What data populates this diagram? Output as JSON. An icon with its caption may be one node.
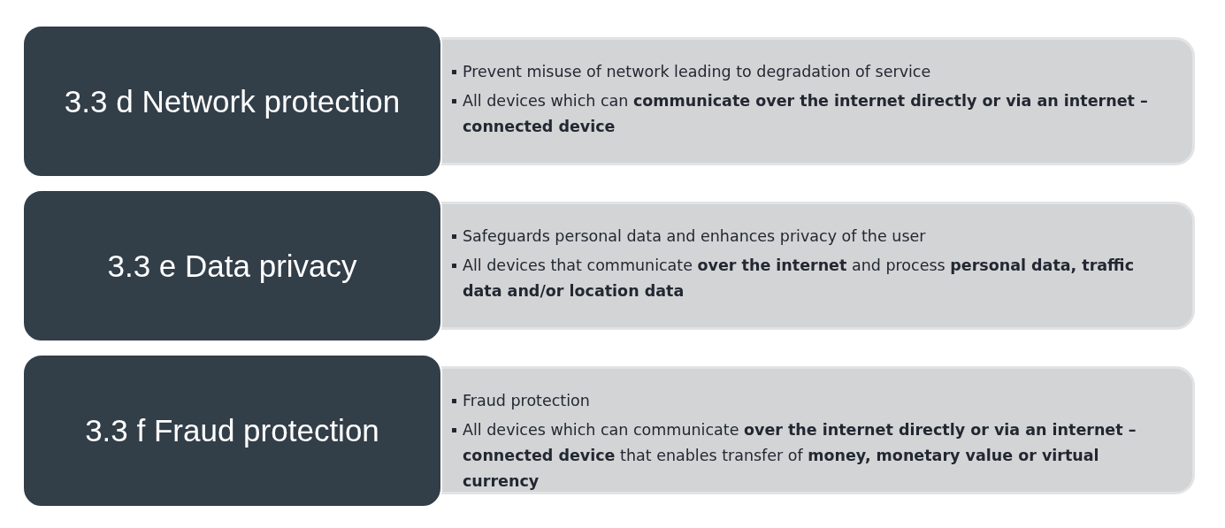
{
  "diagram": {
    "nodes": [
      {
        "text": [
          "3.3 d Network protection"
        ]
      },
      {
        "text": [
          "Prevent misuse of network leading to degradation of service",
          "All devices which can **communicate over the internet directly or via an internet – connected device**"
        ]
      },
      {
        "text": [
          "3.3 e Data privacy"
        ]
      },
      {
        "text": [
          "Safeguards personal data and enhances privacy of the user",
          "All devices that communicate **over the internet** and process **personal data, traffic data and/or location data**"
        ]
      },
      {
        "text": [
          "3.3 f Fraud protection"
        ]
      },
      {
        "text": [
          "Fraud protection",
          "All devices which can communicate **over the internet directly or via an internet – connected device** that enables transfer of **money, monetary value or virtual currency**"
        ]
      }
    ]
  }
}
